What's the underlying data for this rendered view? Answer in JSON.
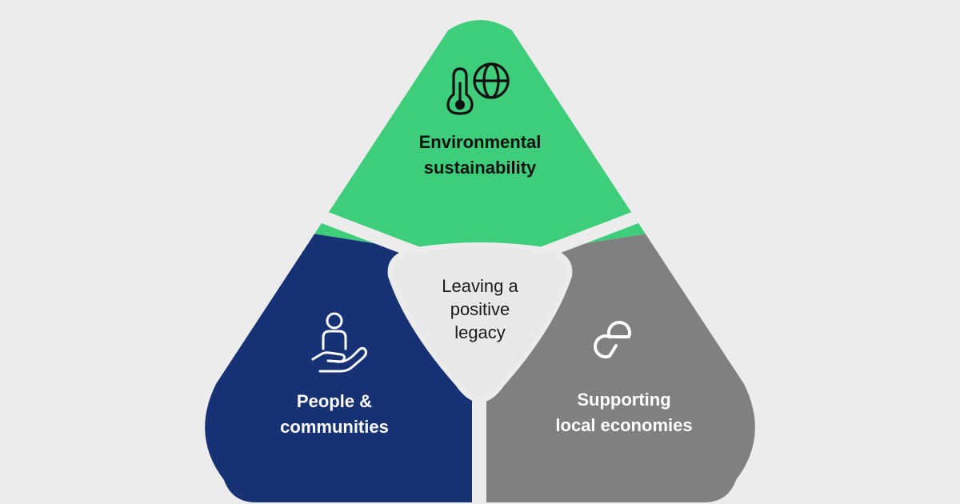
{
  "colors": {
    "background": "#ececec",
    "environmental": "#3ecd7a",
    "people": "#163174",
    "economies": "#808080",
    "center": "#e8e8e8",
    "separator": "#ececec"
  },
  "center": {
    "line1": "Leaving a",
    "line2": "positive",
    "line3": "legacy"
  },
  "segments": {
    "environmental": {
      "line1": "Environmental",
      "line2": "sustainability",
      "icons": [
        "thermometer-icon",
        "globe-icon"
      ]
    },
    "people": {
      "line1": "People &",
      "line2": "communities",
      "icons": [
        "person-in-hand-icon"
      ]
    },
    "economies": {
      "line1": "Supporting",
      "line2": "local economies",
      "icons": [
        "infinity-loop-icon"
      ]
    }
  }
}
